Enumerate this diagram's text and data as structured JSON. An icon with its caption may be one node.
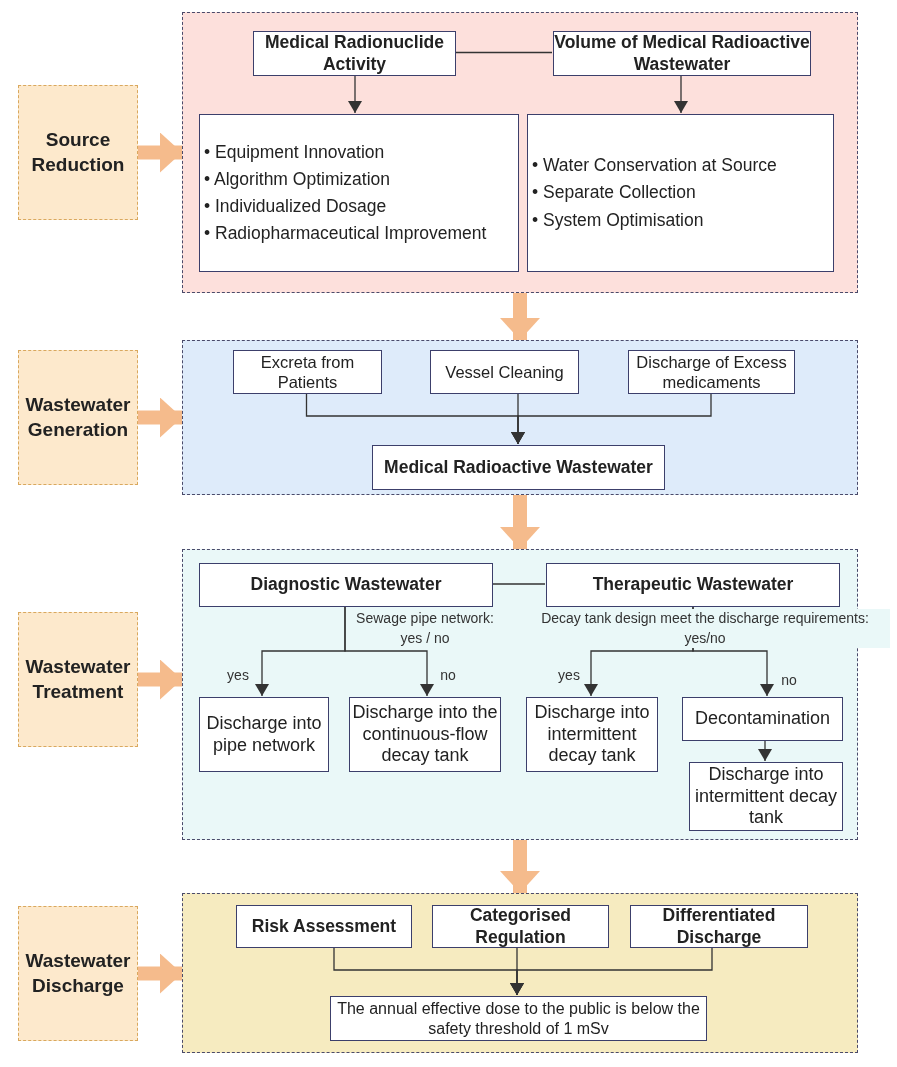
{
  "diagram": {
    "nodes": [
      {
        "text": [
          "Source Reduction"
        ]
      },
      {
        "text": [],
        "shape": "box"
      },
      {
        "text": [
          "Medical Radionuclide Activity"
        ],
        "in": 1
      },
      {
        "text": [
          "Volume of Medical Radioactive Wastewater"
        ],
        "in": 1
      },
      {
        "text": [
          "• Equipment Innovation",
          "• Algorithm Optimization",
          "• Individualized Dosage",
          "• Radiopharmaceutical Improvement"
        ],
        "in": 1
      },
      {
        "text": [
          "• Water Conservation at Source",
          "• Separate Collection",
          "• System Optimisation"
        ],
        "in": 1
      },
      {
        "text": [
          "Wastewater Generation"
        ]
      },
      {
        "text": [],
        "shape": "box"
      },
      {
        "text": [
          "Excreta from Patients"
        ],
        "in": 7
      },
      {
        "text": [
          "Vessel Cleaning"
        ],
        "in": 7
      },
      {
        "text": [
          "Discharge of Excess medicaments"
        ],
        "in": 7
      },
      {
        "text": [
          "Medical Radioactive Wastewater"
        ],
        "in": 7
      },
      {
        "text": [
          "Wastewater Treatment"
        ]
      },
      {
        "text": [],
        "shape": "box"
      },
      {
        "text": [
          "Diagnostic Wastewater"
        ],
        "in": 13
      },
      {
        "text": [
          "Therapeutic Wastewater"
        ],
        "in": 13
      },
      {
        "text": [
          "Discharge into pipe network"
        ],
        "in": 13
      },
      {
        "text": [
          "Discharge into the continuous-flow decay tank"
        ],
        "in": 13
      },
      {
        "text": [
          "Discharge into intermittent decay tank"
        ],
        "in": 13
      },
      {
        "text": [
          "Decontamination"
        ],
        "in": 13
      },
      {
        "text": [
          "Discharge into intermittent decay tank"
        ],
        "in": 13
      },
      {
        "text": [
          "Wastewater Discharge"
        ]
      },
      {
        "text": [],
        "shape": "box"
      },
      {
        "text": [
          "Risk Assessment"
        ],
        "in": 22
      },
      {
        "text": [
          "Categorised Regulation"
        ],
        "in": 22
      },
      {
        "text": [
          "Differentiated Discharge"
        ],
        "in": 22
      },
      {
        "text": [
          "The annual effective dose to the public  is below the safety threshold of 1 mSv"
        ],
        "in": 22
      }
    ],
    "edges": [
      {
        "from": 0,
        "to": 1,
        "arrow": "to",
        "style": "thick",
        "color": "#f5bb8c"
      },
      {
        "from": 1,
        "to": 7,
        "arrow": "to",
        "style": "thick",
        "color": "#f5bb8c"
      },
      {
        "from": 6,
        "to": 7,
        "arrow": "to",
        "style": "thick",
        "color": "#f5bb8c"
      },
      {
        "from": 7,
        "to": 13,
        "arrow": "to",
        "style": "thick",
        "color": "#f5bb8c"
      },
      {
        "from": 12,
        "to": 13,
        "arrow": "to",
        "style": "thick",
        "color": "#f5bb8c"
      },
      {
        "from": 13,
        "to": 22,
        "arrow": "to",
        "style": "thick",
        "color": "#f5bb8c"
      },
      {
        "from": 21,
        "to": 22,
        "arrow": "to",
        "style": "thick",
        "color": "#f5bb8c"
      },
      {
        "from": 2,
        "to": 3,
        "arrow": "none"
      },
      {
        "from": 2,
        "to": 4,
        "arrow": "to"
      },
      {
        "from": 3,
        "to": 5,
        "arrow": "to"
      },
      {
        "from": 8,
        "to": 11,
        "arrow": "to"
      },
      {
        "from": 9,
        "to": 11,
        "arrow": "to"
      },
      {
        "from": 10,
        "to": 11,
        "arrow": "to"
      },
      {
        "from": 14,
        "to": 15,
        "arrow": "none"
      },
      {
        "from": 14,
        "to": 16,
        "arrow": "to",
        "label": "yes"
      },
      {
        "from": 14,
        "to": 17,
        "arrow": "to",
        "label": "no"
      },
      {
        "from": 15,
        "to": 18,
        "arrow": "to",
        "label": "yes"
      },
      {
        "from": 15,
        "to": 19,
        "arrow": "to",
        "label": "no"
      },
      {
        "from": 19,
        "to": 20,
        "arrow": "to"
      },
      {
        "from": 23,
        "to": 26,
        "arrow": "to"
      },
      {
        "from": 24,
        "to": 26,
        "arrow": "to"
      },
      {
        "from": 25,
        "to": 26,
        "arrow": "to"
      }
    ],
    "labels": [
      "Sewage pipe network: yes / no",
      "Decay tank design meet the discharge requirements: yes/no"
    ]
  }
}
